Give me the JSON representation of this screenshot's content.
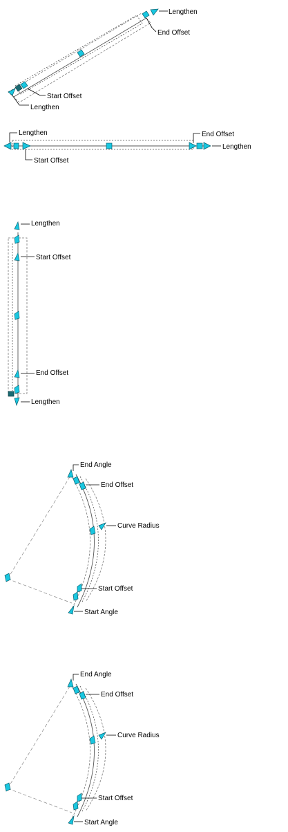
{
  "labels": {
    "lengthen": "Lengthen",
    "start_offset": "Start Offset",
    "end_offset": "End Offset",
    "end_angle": "End Angle",
    "curve_radius": "Curve Radius",
    "start_angle": "Start Angle"
  },
  "colors": {
    "grip": "#19c7e0",
    "grip_dark": "#1a6a72",
    "grip_stroke": "#0a5f6e"
  }
}
